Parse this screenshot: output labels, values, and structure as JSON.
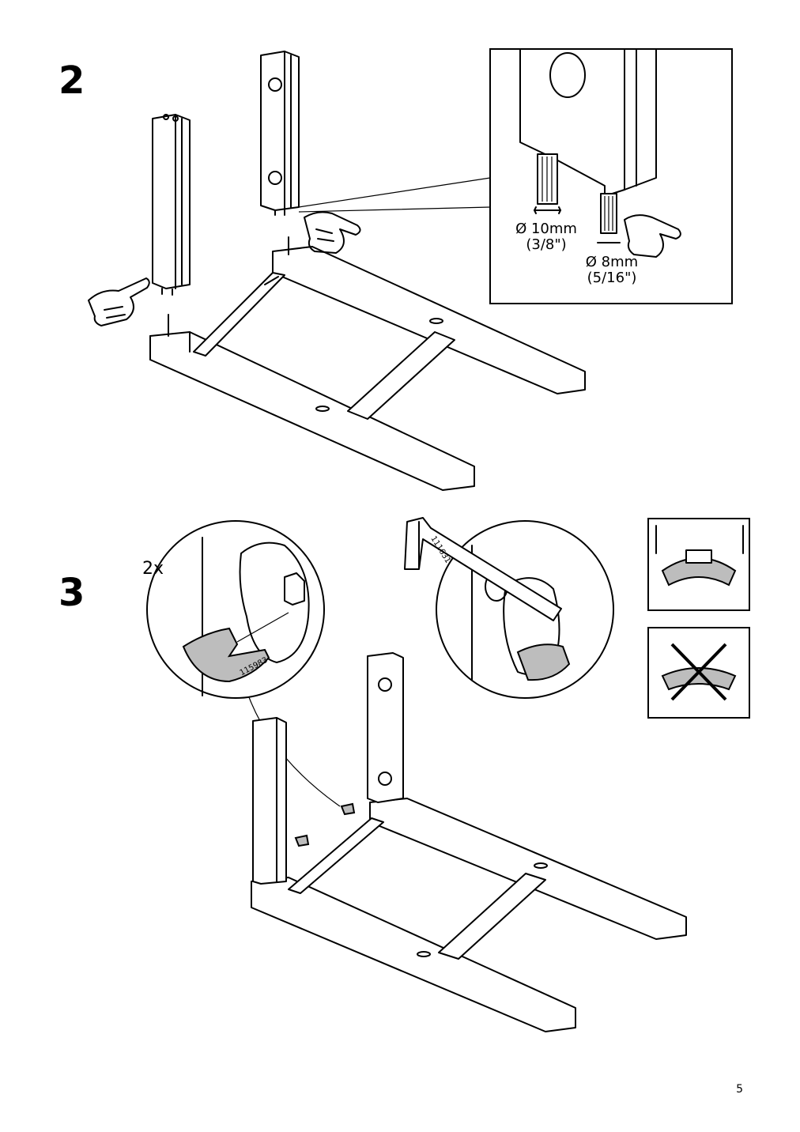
{
  "steps": {
    "step2": "2",
    "step3": "3"
  },
  "inset": {
    "dowel_large": "Ø 10mm",
    "dowel_large_in": "(3/8\")",
    "dowel_small": "Ø 8mm",
    "dowel_small_in": "(5/16\")"
  },
  "step3": {
    "quantity": "2x",
    "part_number": "115983",
    "tool_number": "111631"
  },
  "page_number": "5",
  "icons": [
    "pointing-hand-icon",
    "allen-key-icon",
    "correct-check-panel",
    "incorrect-cross-panel"
  ]
}
